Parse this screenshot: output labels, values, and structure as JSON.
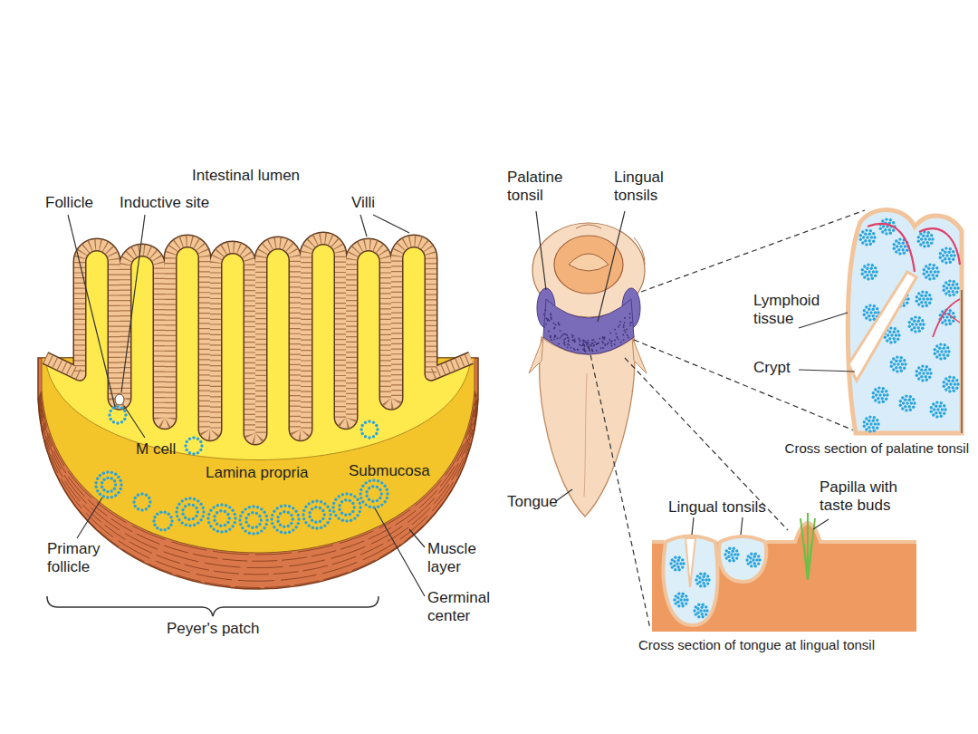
{
  "diagram": {
    "labels": [
      "Intestinal lumen",
      "Follicle",
      "Inductive site",
      "Villi",
      "M cell",
      "Lamina propria",
      "Submucosa",
      "Primary follicle",
      "Muscle layer",
      "Germinal center",
      "Peyer's patch",
      "Palatine tonsil",
      "Lingual tonsils",
      "Tongue",
      "Lymphoid tissue",
      "Crypt",
      "Cross section of palatine tonsil",
      "Lingual tonsils",
      "Papilla with taste buds",
      "Cross section of tongue at lingual tonsil"
    ]
  }
}
